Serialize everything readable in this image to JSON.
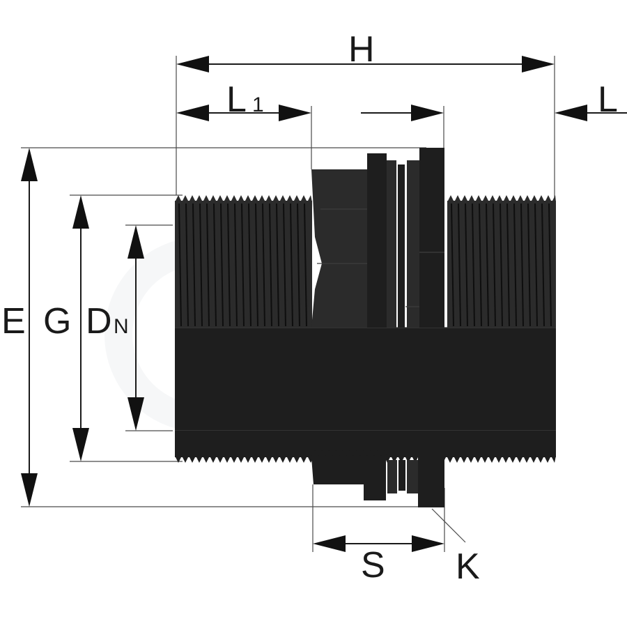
{
  "diagram": {
    "colors": {
      "body": "#1e1e1e",
      "body_light": "#2b2b2b",
      "line": "#1a1a1a",
      "watermark": "#eef0f2"
    },
    "labels": {
      "H": "H",
      "L1_main": "L",
      "L1_sub": "1",
      "L": "L",
      "E": "E",
      "G": "G",
      "DN_main": "D",
      "DN_sub": "N",
      "S": "S",
      "K": "K"
    }
  }
}
